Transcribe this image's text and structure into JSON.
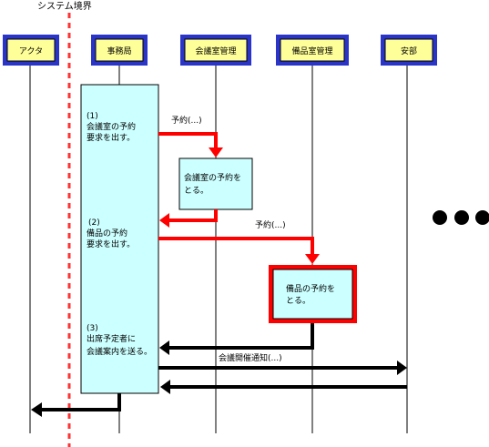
{
  "boundary_label": "システム境界",
  "actors": [
    {
      "label": "アクタ"
    },
    {
      "label": "事務局"
    },
    {
      "label": "会議室管理"
    },
    {
      "label": "備品室管理"
    },
    {
      "label": "安部"
    }
  ],
  "steps": [
    {
      "lines": [
        "(1)",
        "会議室の予約",
        "要求を出す。"
      ]
    },
    {
      "lines": [
        "(2)",
        "備品の予約",
        "要求を出す。"
      ]
    },
    {
      "lines": [
        "(3)",
        "出席予定者に",
        "会議案内を送る。"
      ]
    }
  ],
  "message_labels": {
    "reserve_room": "予約(...)",
    "reserve_equipment": "予約(...)",
    "meeting_notice": "会議開催通知(...)"
  },
  "activation_notes": {
    "room": [
      "会議室の予約を",
      "とる。"
    ],
    "equipment": [
      "備品の予約を",
      "とる。"
    ]
  },
  "colors": {
    "box_border": "#2a35c8",
    "box_fill": "#ffff99",
    "activation_fill": "#ccffff",
    "message_red": "#ff0000",
    "return_black": "#000000",
    "boundary_red": "#ff3333"
  }
}
